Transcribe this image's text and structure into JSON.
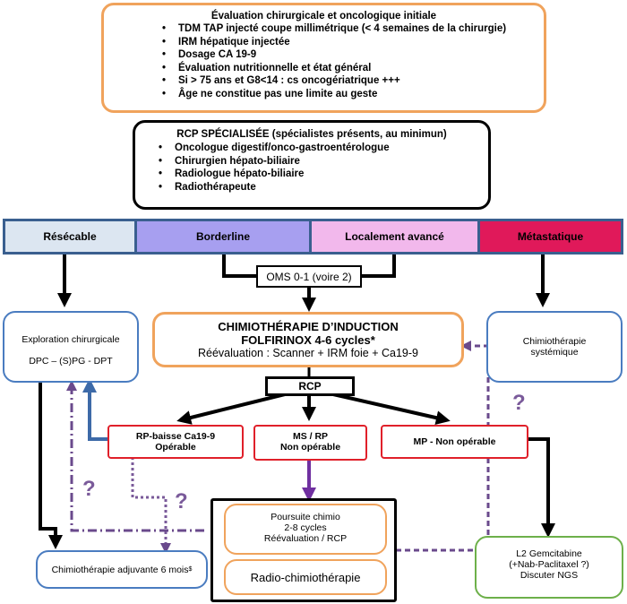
{
  "eval_box": {
    "title": "Évaluation chirurgicale et oncologique initiale",
    "items": [
      "TDM TAP injecté coupe millimétrique (< 4 semaines de la chirurgie)",
      "IRM hépatique injectée",
      "Dosage CA 19-9",
      "Évaluation nutritionnelle et état général",
      "Si > 75 ans et G8<14 : cs oncogériatrique +++",
      "Âge ne constitue pas une limite au geste"
    ]
  },
  "rcp_box": {
    "title": "RCP SPÉCIALISÉE (spécialistes présents, au minimun)",
    "items": [
      "Oncologue digestif/onco-gastroentérologue",
      "Chirurgien hépato-biliaire",
      "Radiologue hépato-biliaire",
      "Radiothérapeute"
    ]
  },
  "bands": {
    "resecable": "Résécable",
    "borderline": "Borderline",
    "localement": "Localement avancé",
    "metastatique": "Métastatique"
  },
  "colors": {
    "resecable": "#dce6f1",
    "borderline": "#a79ff0",
    "localement": "#f2b8ec",
    "metastatique": "#e0195a",
    "band_border": "#3a5f8f"
  },
  "oms": "OMS 0-1 (voire 2)",
  "exploration": {
    "line1": "Exploration chirurgicale",
    "line2": "DPC – (S)PG - DPT"
  },
  "induction": {
    "line1": "CHIMIOTHÉRAPIE D’INDUCTION",
    "line2": "FOLFIRINOX 4-6 cycles*",
    "line3": "Réévaluation : Scanner + IRM foie + Ca19-9"
  },
  "systemique": {
    "line1": "Chimiothérapie",
    "line2": "systémique"
  },
  "rcp_small": "RCP",
  "outcomes": {
    "rp": {
      "line1": "RP-baisse Ca19-9",
      "line2": "Opérable"
    },
    "ms": {
      "line1": "MS / RP",
      "line2": "Non opérable"
    },
    "mp": "MP - Non opérable"
  },
  "poursuite": {
    "line1": "Poursuite chimio",
    "line2": "2-8 cycles",
    "line3": "Réévaluation / RCP"
  },
  "radio": "Radio-chimiothérapie",
  "adjuvante": {
    "text": "Chimiothérapie adjuvante 6 mois",
    "sup": "$"
  },
  "l2": {
    "line1": "L2 Gemcitabine",
    "line2": "(+Nab-Paclitaxel ?)",
    "line3": "Discuter NGS"
  },
  "question_mark": "?"
}
